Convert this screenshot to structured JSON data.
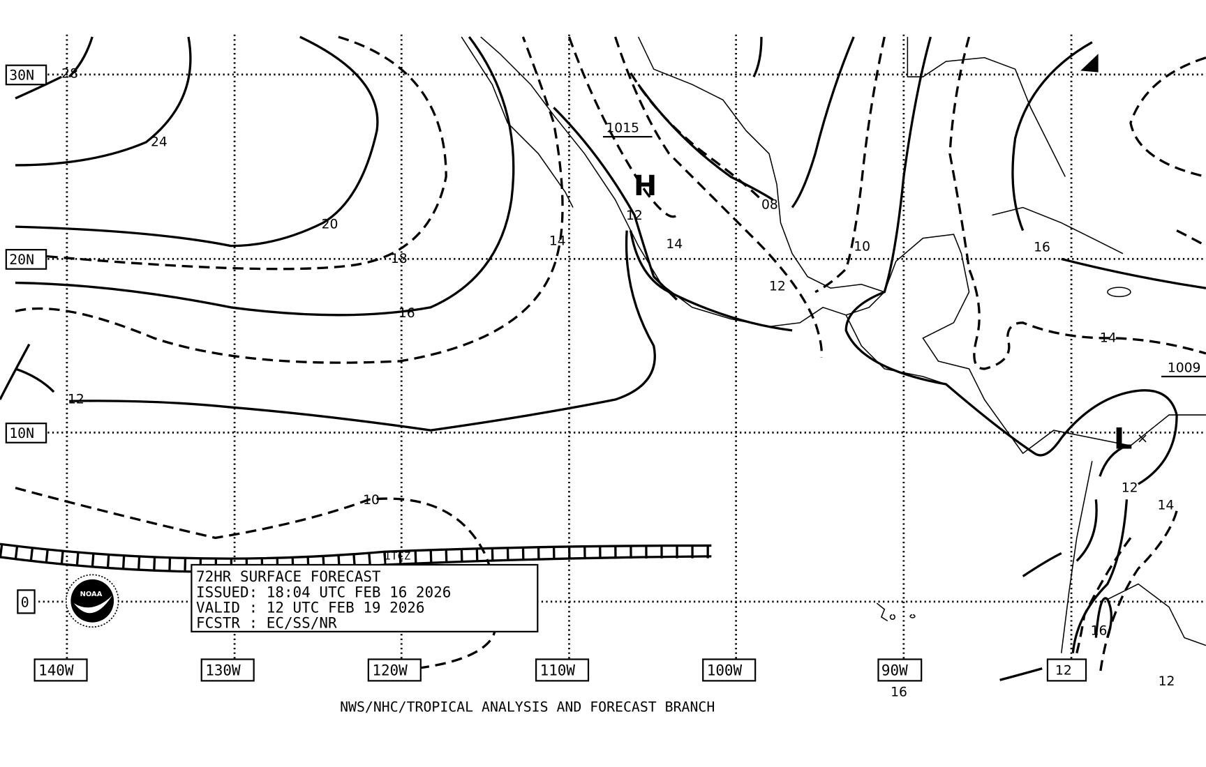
{
  "forecast_box": {
    "title": "72HR SURFACE FORECAST",
    "issued": "ISSUED: 18:04 UTC FEB 16 2026",
    "valid": "VALID : 12 UTC FEB 19 2026",
    "forecaster": "FCSTR : EC/SS/NR"
  },
  "footer": "NWS/NHC/TROPICAL ANALYSIS AND FORECAST BRANCH",
  "logo_text": "NOAA",
  "latitudes": [
    "30N",
    "20N",
    "10N",
    "0"
  ],
  "longitudes": [
    "140W",
    "130W",
    "120W",
    "110W",
    "100W",
    "90W"
  ],
  "pressure_centers": {
    "high": "H",
    "high_value": "1015",
    "low": "L",
    "low_value": "1009"
  },
  "feature_labels": {
    "itcz": "ITCZ"
  },
  "isobar_labels": [
    "28",
    "24",
    "20",
    "18",
    "16",
    "12",
    "10",
    "14",
    "12",
    "14",
    "08",
    "10",
    "12",
    "16",
    "14",
    "12",
    "14",
    "16",
    "12",
    "12",
    "16"
  ]
}
